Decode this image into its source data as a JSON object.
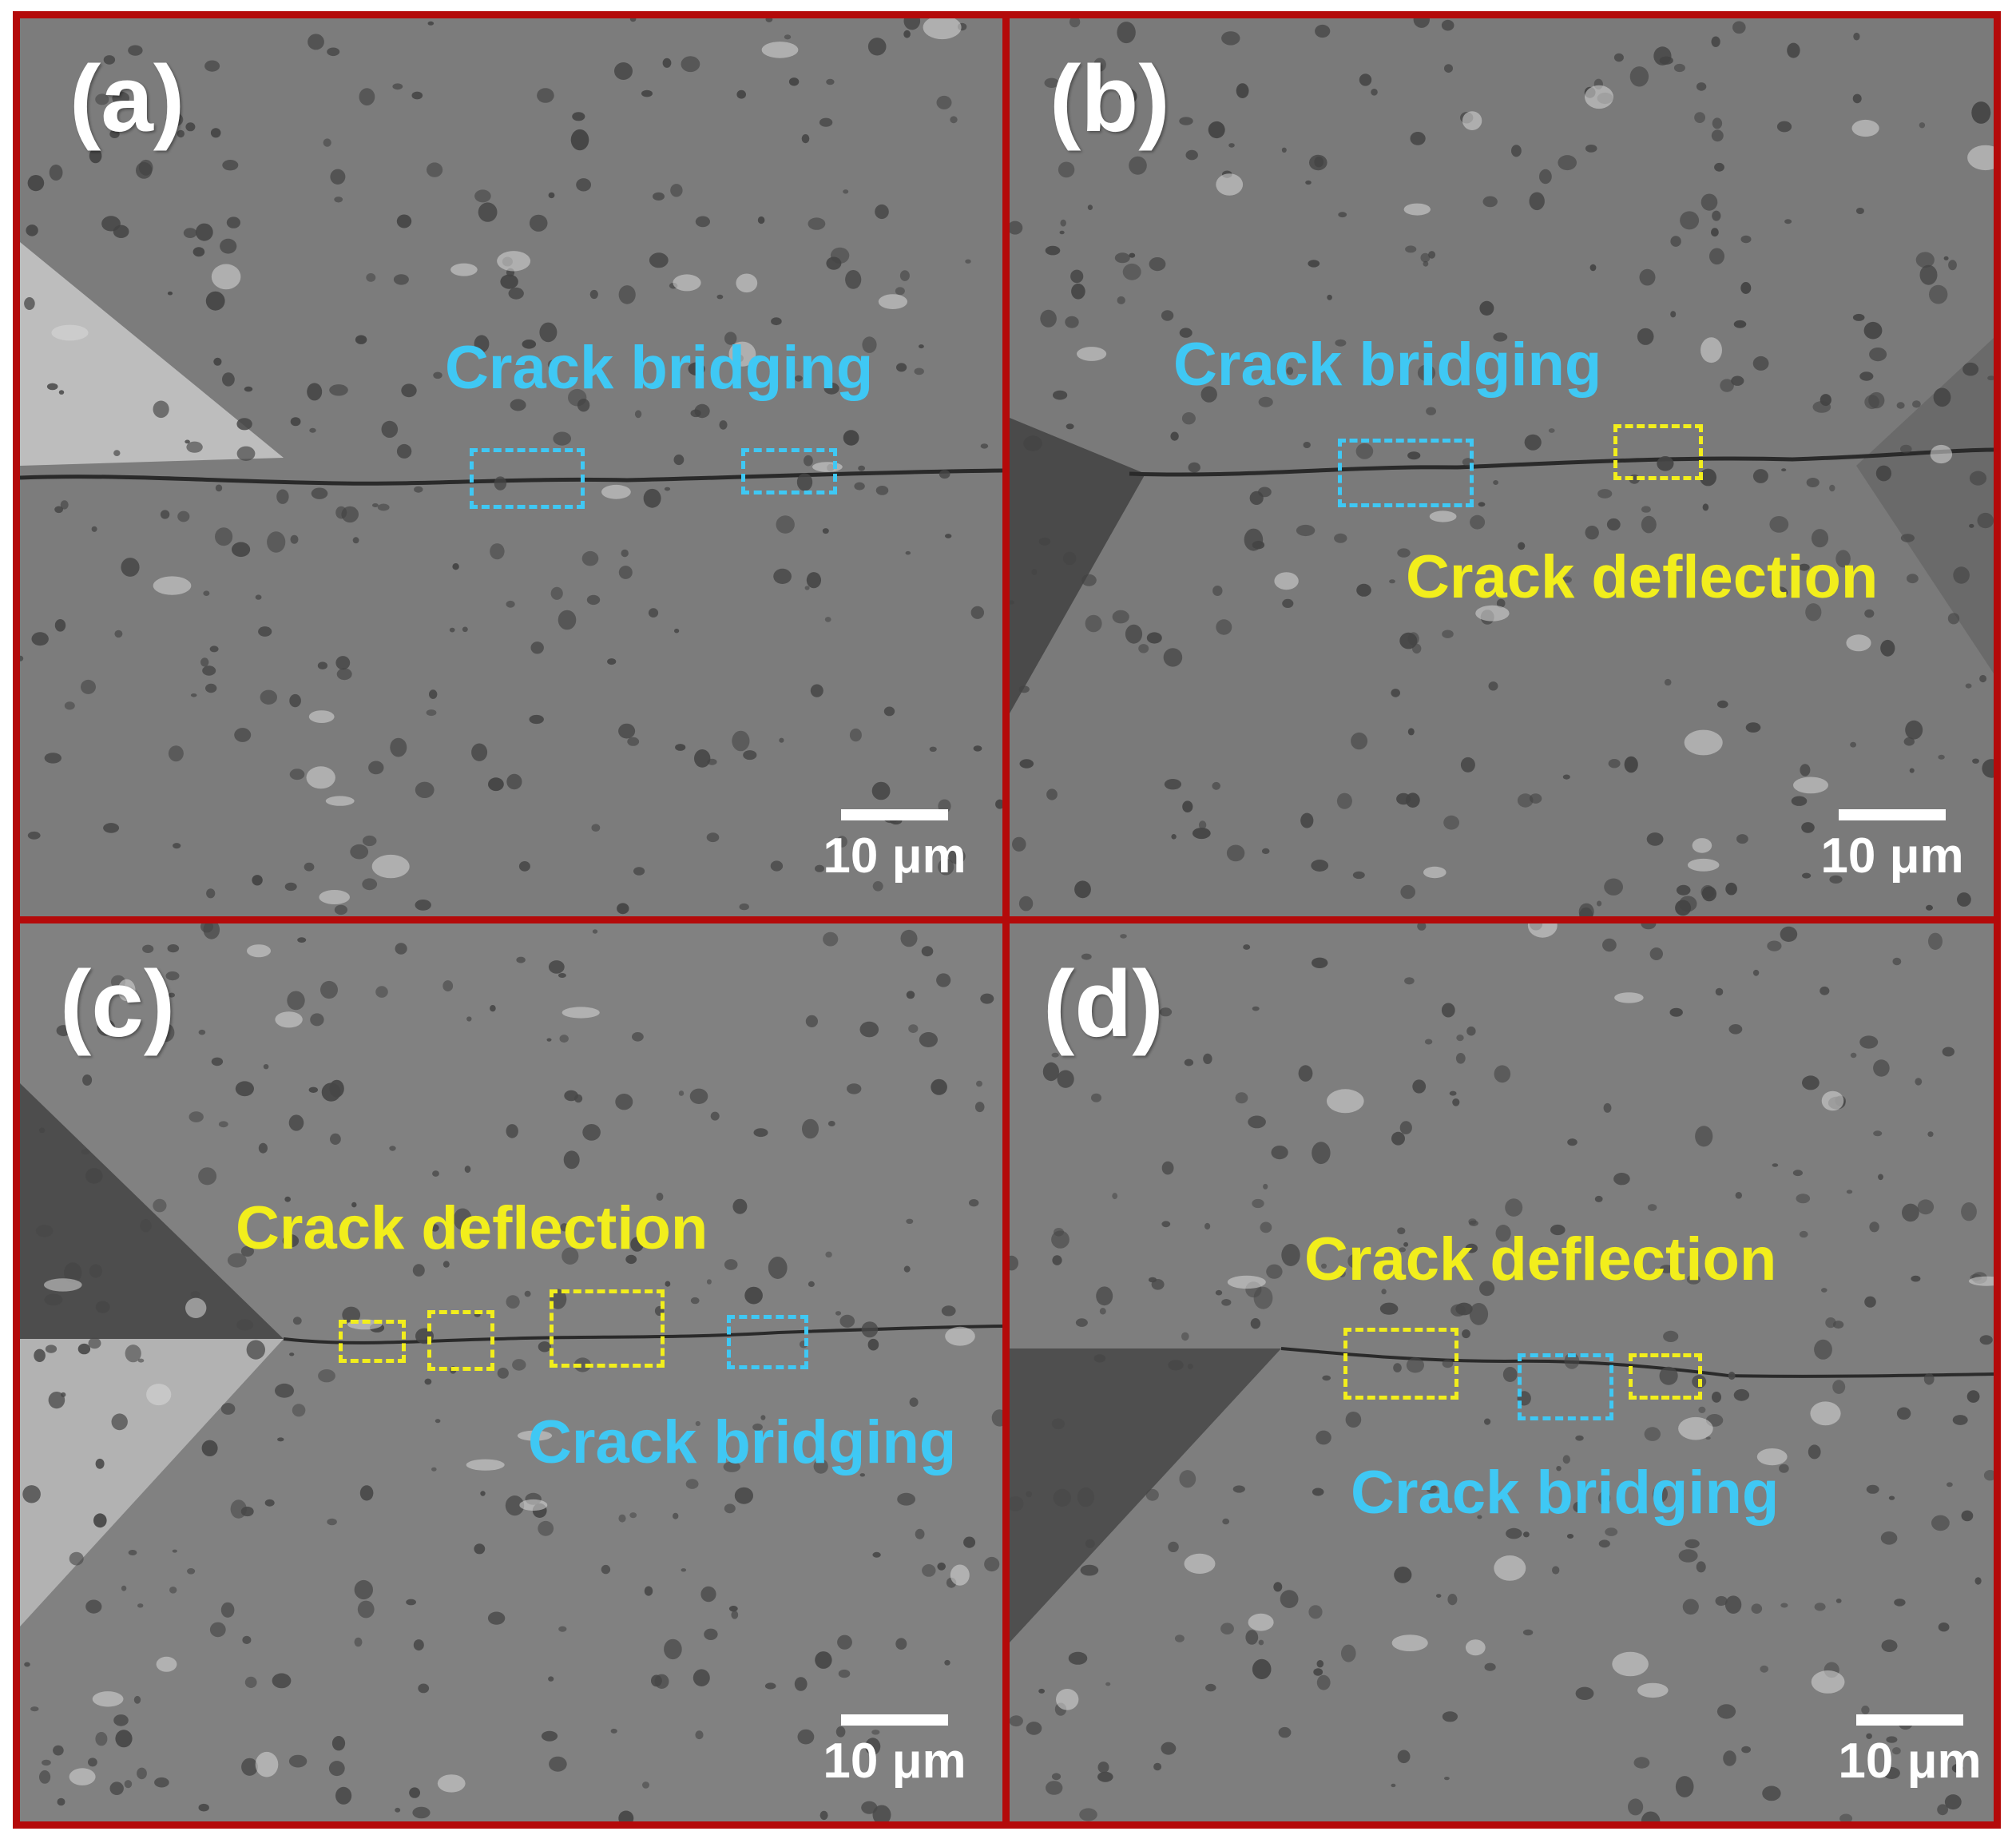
{
  "panels": [
    {
      "id": "a",
      "letter": "(a)",
      "labels": [
        {
          "text": "Crack bridging",
          "color": "blue"
        }
      ],
      "scale_bar": "10 μm"
    },
    {
      "id": "b",
      "letter": "(b)",
      "labels": [
        {
          "text": "Crack bridging",
          "color": "blue"
        },
        {
          "text": "Crack deflection",
          "color": "yellow"
        }
      ],
      "scale_bar": "10 μm"
    },
    {
      "id": "c",
      "letter": "(c)",
      "labels": [
        {
          "text": "Crack deflection",
          "color": "yellow"
        },
        {
          "text": "Crack bridging",
          "color": "blue"
        }
      ],
      "scale_bar": "10 μm"
    },
    {
      "id": "d",
      "letter": "(d)",
      "labels": [
        {
          "text": "Crack deflection",
          "color": "yellow"
        },
        {
          "text": "Crack bridging",
          "color": "blue"
        }
      ],
      "scale_bar": "10 μm"
    }
  ],
  "colors": {
    "panel_border": "#b40a0a",
    "bridging": "#3fc8f4",
    "deflection": "#f2ee1c",
    "background": "#7b7b7b"
  }
}
